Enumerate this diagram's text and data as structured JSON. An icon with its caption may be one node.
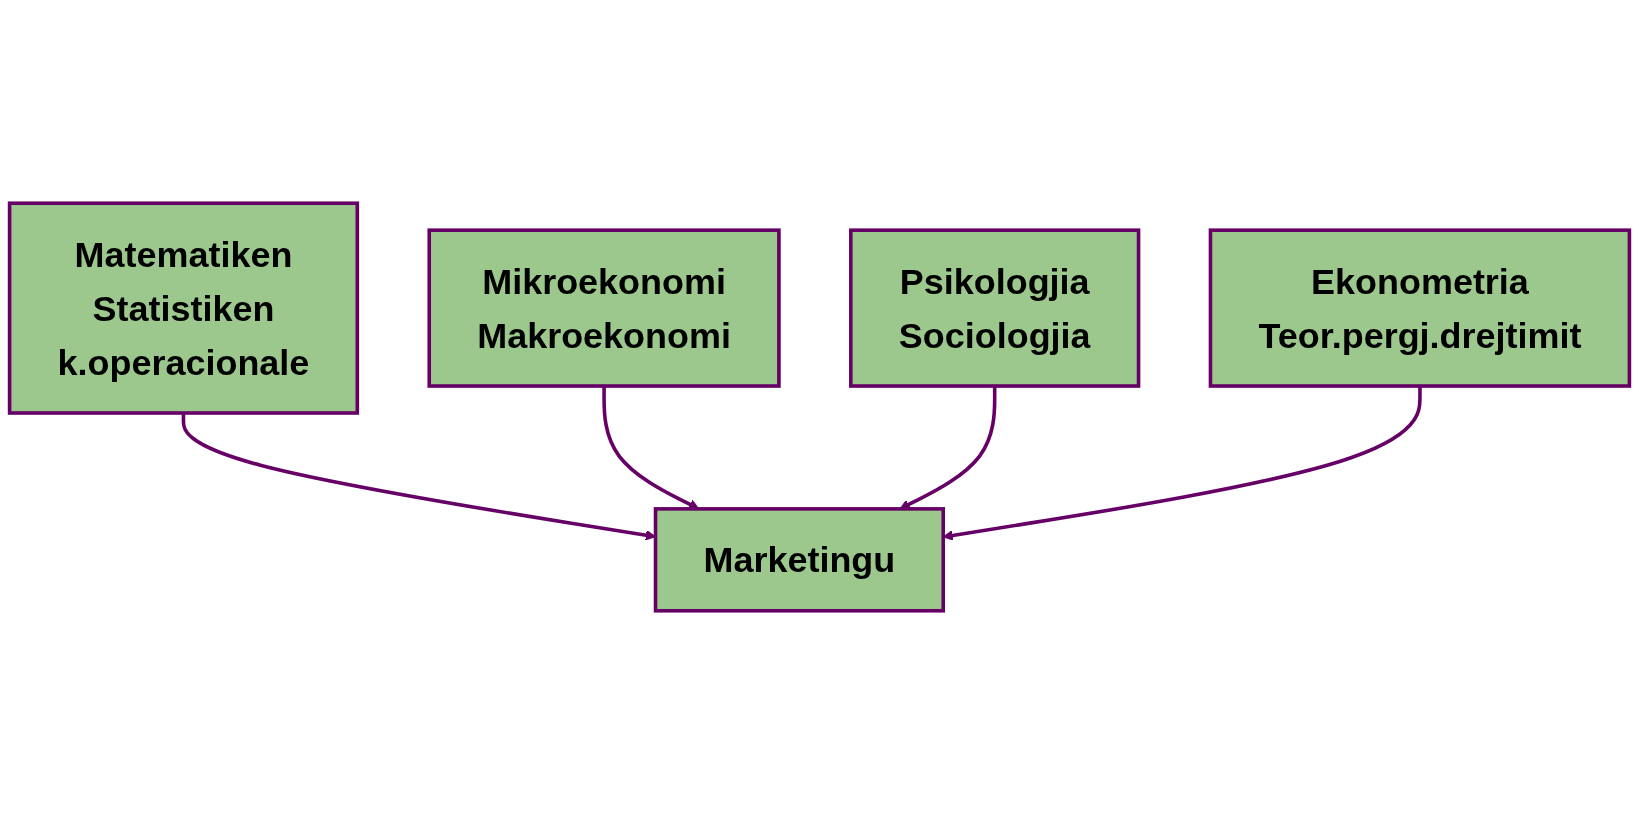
{
  "diagram": {
    "nodes": [
      {
        "text": [
          "Matematiken",
          "Statistiken",
          "k.operacionale"
        ]
      },
      {
        "text": [
          "Mikroekonomi",
          "Makroekonomi"
        ]
      },
      {
        "text": [
          "Marketingu"
        ]
      },
      {
        "text": [
          "Psikologjia",
          "Sociologjia"
        ]
      },
      {
        "text": [
          "Ekonometria",
          "Teor.pergj.drejtimit"
        ]
      }
    ],
    "edges": [
      {
        "from": 0,
        "to": 2,
        "arrow": "to"
      },
      {
        "from": 1,
        "to": 2,
        "arrow": "to"
      },
      {
        "from": 3,
        "to": 2,
        "arrow": "to"
      },
      {
        "from": 4,
        "to": 2,
        "arrow": "to"
      }
    ]
  }
}
